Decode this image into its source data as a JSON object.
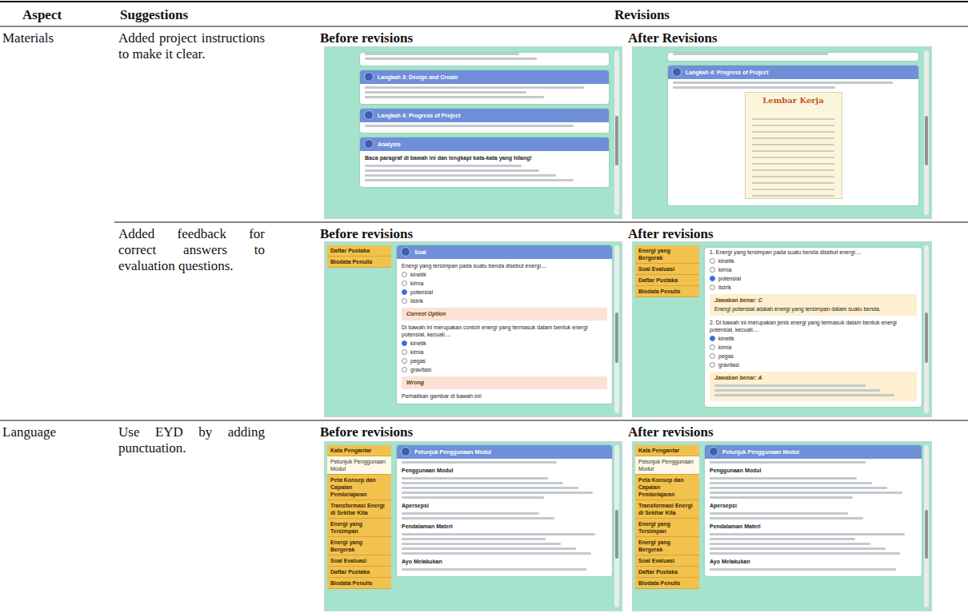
{
  "diagram": {
    "nodes": [
      {
        "text": [
          "Langkah 3: Design and Create",
          "Langkah 4: Progress of Project",
          "Analysis",
          "Baca paragraf di bawah ini dan lengkapi kata-kata yang hilang!"
        ]
      },
      {
        "text": [
          "Langkah 4: Progress of Project",
          "Lembar Kerja"
        ]
      },
      {
        "text": [
          "Daftar Pustaka",
          "Biodata Penulis",
          "Soal",
          "Energi yang tersimpan pada suatu benda disebut energi....",
          "kinetik",
          "kimia",
          "potensial",
          "listrik",
          "Correct Option",
          "Di bawah ini merupakan contoh energi yang termasuk dalam bentuk energi potensial, kecuali....",
          "kinetik",
          "kimia",
          "pegas",
          "gravitasi",
          "Wrong",
          "Perhatikan gambar di bawah ini!"
        ]
      },
      {
        "text": [
          "Energi yang Bergerak",
          "Soal Evaluasi",
          "Daftar Pustaka",
          "Biodata Penulis",
          "1. Energi yang tersimpan pada suatu benda disebut energi....",
          "kinetik",
          "kimia",
          "potensial",
          "listrik",
          "Jawaban benar: C",
          "Energi potensial adalah energi yang tersimpan dalam suatu benda.",
          "2. Di bawah ini merupakan jenis energi yang termasuk dalam bentuk energi potensial, kecuali....",
          "kinetik",
          "kimia",
          "pegas",
          "gravitasi",
          "Jawaban benar: A"
        ]
      },
      {
        "text": [
          "Kata Pengantar",
          "Petunjuk Penggunaan Modul",
          "Peta Konsep dan Capaian Pembelajaran",
          "Transformasi Energi di Sekitar Kita",
          "Energi yang Tersimpan",
          "Energi yang Bergerak",
          "Soal Evaluasi",
          "Daftar Pustaka",
          "Biodata Penulis",
          "Petunjuk Penggunaan Modul",
          "Penggunaan Modul",
          "Apersepsi",
          "Pendalaman Materi",
          "Ayo Melakukan"
        ]
      },
      {
        "text": [
          "Kata Pengantar",
          "Petunjuk Penggunaan Modul",
          "Peta Konsep dan Capaian Pembelajaran",
          "Transformasi Energi di Sekitar Kita",
          "Energi yang Tersimpan",
          "Energi yang Bergerak",
          "Soal Evaluasi",
          "Daftar Pustaka",
          "Biodata Penulis",
          "Petunjuk Penggunaan Modul",
          "Penggunaan Modul",
          "Apersepsi",
          "Pendalaman Materi",
          "Ayo Melakukan"
        ]
      }
    ],
    "labels": [
      "Aspect",
      "Suggestions",
      "Revisions",
      "Materials",
      "Added project instructions to make it clear.",
      "Before revisions",
      "After Revisions",
      "Added feedback for correct answers to evaluation questions.",
      "Before revisions",
      "After revisions",
      "Language",
      "Use EYD by adding punctuation.",
      "Before revisions",
      "After revisions"
    ]
  }
}
